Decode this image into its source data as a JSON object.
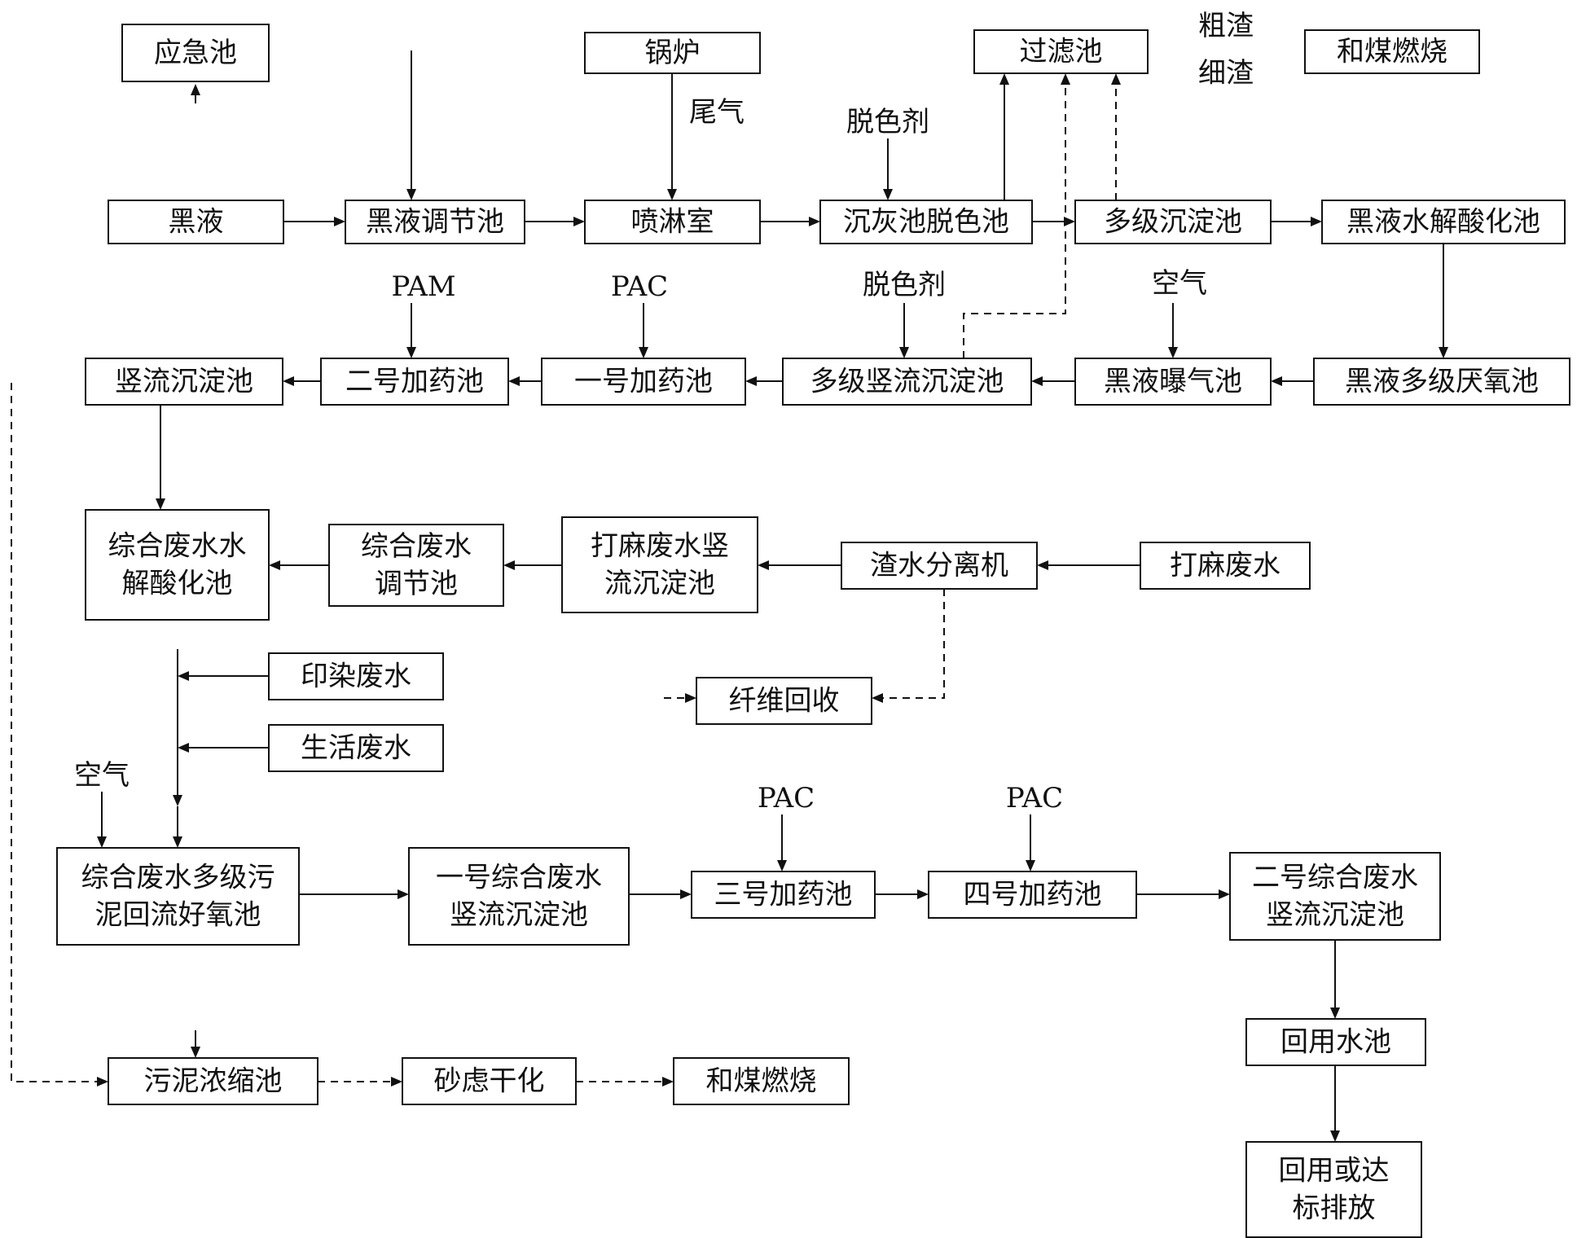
{
  "diagram": {
    "nodes": [
      {
        "id": "yingji",
        "lines": [
          "应急池"
        ],
        "box": true
      },
      {
        "id": "guolu",
        "lines": [
          "锅炉"
        ],
        "box": true
      },
      {
        "id": "guolv",
        "lines": [
          "过滤池"
        ],
        "box": true
      },
      {
        "id": "cuzha",
        "lines": [
          "粗渣"
        ],
        "box": false
      },
      {
        "id": "xizha",
        "lines": [
          "细渣"
        ],
        "box": false
      },
      {
        "id": "hemei1",
        "lines": [
          "和煤燃烧"
        ],
        "box": true
      },
      {
        "id": "weiqi",
        "lines": [
          "尾气"
        ],
        "box": false
      },
      {
        "id": "tuose1",
        "lines": [
          "脱色剂"
        ],
        "box": false
      },
      {
        "id": "heiye",
        "lines": [
          "黑液"
        ],
        "box": true
      },
      {
        "id": "tiaojie",
        "lines": [
          "黑液调节池"
        ],
        "box": true
      },
      {
        "id": "penlin",
        "lines": [
          "喷淋室"
        ],
        "box": true
      },
      {
        "id": "chenhui",
        "lines": [
          "沉灰池脱色池"
        ],
        "box": true
      },
      {
        "id": "duoji_cd",
        "lines": [
          "多级沉淀池"
        ],
        "box": true
      },
      {
        "id": "shuijie",
        "lines": [
          "黑液水解酸化池"
        ],
        "box": true
      },
      {
        "id": "pam",
        "lines": [
          "PAM"
        ],
        "box": false
      },
      {
        "id": "pac1",
        "lines": [
          "PAC"
        ],
        "box": false
      },
      {
        "id": "tuose2",
        "lines": [
          "脱色剂"
        ],
        "box": false
      },
      {
        "id": "kongqi1",
        "lines": [
          "空气"
        ],
        "box": false
      },
      {
        "id": "shuliu",
        "lines": [
          "竖流沉淀池"
        ],
        "box": true
      },
      {
        "id": "erhao",
        "lines": [
          "二号加药池"
        ],
        "box": true
      },
      {
        "id": "yihao",
        "lines": [
          "一号加药池"
        ],
        "box": true
      },
      {
        "id": "duojishu",
        "lines": [
          "多级竖流沉淀池"
        ],
        "box": true
      },
      {
        "id": "baoqi",
        "lines": [
          "黑液曝气池"
        ],
        "box": true
      },
      {
        "id": "yanyang",
        "lines": [
          "黑液多级厌氧池"
        ],
        "box": true
      },
      {
        "id": "zh_shuijie",
        "lines": [
          "综合废水水",
          "解酸化池"
        ],
        "box": true
      },
      {
        "id": "zh_tiaojie",
        "lines": [
          "综合废水",
          "调节池"
        ],
        "box": true
      },
      {
        "id": "dama_shu",
        "lines": [
          "打麻废水竖",
          "流沉淀池"
        ],
        "box": true
      },
      {
        "id": "zhashui",
        "lines": [
          "渣水分离机"
        ],
        "box": true
      },
      {
        "id": "dama",
        "lines": [
          "打麻废水"
        ],
        "box": true
      },
      {
        "id": "yinran",
        "lines": [
          "印染废水"
        ],
        "box": true
      },
      {
        "id": "xianwei",
        "lines": [
          "纤维回收"
        ],
        "box": true
      },
      {
        "id": "shenghuo",
        "lines": [
          "生活废水"
        ],
        "box": true
      },
      {
        "id": "kongqi2",
        "lines": [
          "空气"
        ],
        "box": false
      },
      {
        "id": "pac3",
        "lines": [
          "PAC"
        ],
        "box": false
      },
      {
        "id": "pac4",
        "lines": [
          "PAC"
        ],
        "box": false
      },
      {
        "id": "haoyang",
        "lines": [
          "综合废水多级污",
          "泥回流好氧池"
        ],
        "box": true
      },
      {
        "id": "zh1",
        "lines": [
          "一号综合废水",
          "竖流沉淀池"
        ],
        "box": true
      },
      {
        "id": "sanhao",
        "lines": [
          "三号加药池"
        ],
        "box": true
      },
      {
        "id": "sihao",
        "lines": [
          "四号加药池"
        ],
        "box": true
      },
      {
        "id": "zh2",
        "lines": [
          "二号综合废水",
          "竖流沉淀池"
        ],
        "box": true
      },
      {
        "id": "huiyong",
        "lines": [
          "回用水池"
        ],
        "box": true
      },
      {
        "id": "wuni",
        "lines": [
          "污泥浓缩池"
        ],
        "box": true
      },
      {
        "id": "shalv",
        "lines": [
          "砂虑干化"
        ],
        "box": true
      },
      {
        "id": "hemei2",
        "lines": [
          "和煤燃烧"
        ],
        "box": true
      },
      {
        "id": "paifang",
        "lines": [
          "回用或达",
          "标排放"
        ],
        "box": true
      }
    ]
  }
}
